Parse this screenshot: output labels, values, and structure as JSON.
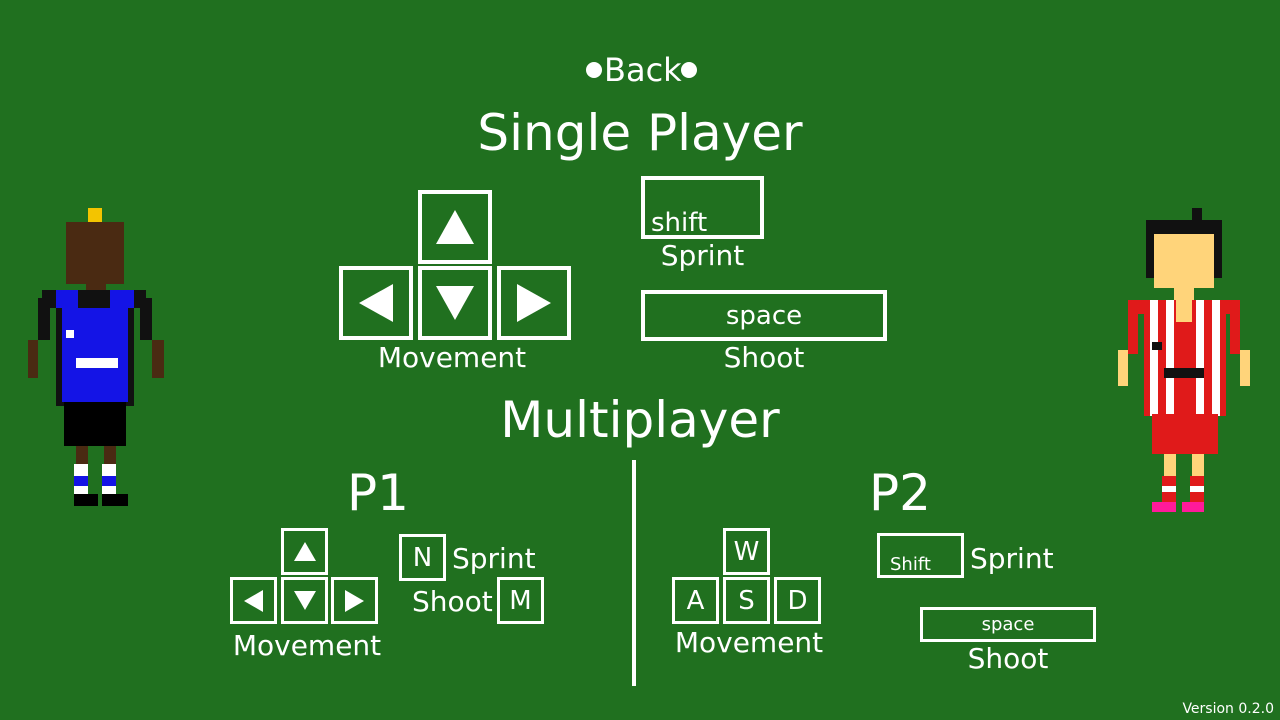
{
  "menu": {
    "back_label": "Back"
  },
  "single_player": {
    "title": "Single Player",
    "movement_label": "Movement",
    "sprint_key": "shift",
    "sprint_label": "Sprint",
    "shoot_key": "space",
    "shoot_label": "Shoot"
  },
  "multiplayer": {
    "title": "Multiplayer",
    "p1": {
      "title": "P1",
      "movement_label": "Movement",
      "sprint_key": "N",
      "sprint_label": "Sprint",
      "shoot_key": "M",
      "shoot_label": "Shoot"
    },
    "p2": {
      "title": "P2",
      "keys": {
        "up": "W",
        "left": "A",
        "down": "S",
        "right": "D"
      },
      "movement_label": "Movement",
      "sprint_key": "Shift",
      "sprint_label": "Sprint",
      "shoot_key": "space",
      "shoot_label": "Shoot"
    }
  },
  "version": "Version 0.2.0",
  "icons": {
    "arrow_up": "arrow-up-icon",
    "arrow_down": "arrow-down-icon",
    "arrow_left": "arrow-left-icon",
    "arrow_right": "arrow-right-icon"
  },
  "colors": {
    "background": "#20701f",
    "text": "#ffffff",
    "p1_kit": "#1414e6",
    "p2_kit": "#e01a1a"
  }
}
